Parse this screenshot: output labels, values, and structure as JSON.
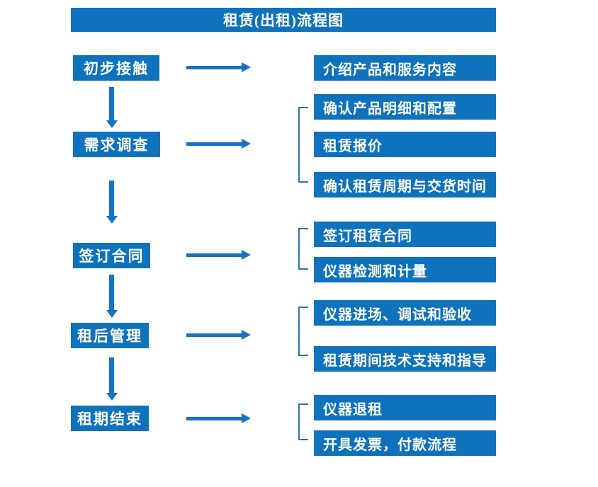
{
  "title": "租赁(出租)流程图",
  "colors": {
    "box_blue": "#0f72bd",
    "arrow_blue": "#1673c4",
    "bracket_blue": "#2e74b5",
    "text_white": "#ffffff",
    "background": "#ffffff"
  },
  "flow": {
    "steps": [
      {
        "label": "初步接触",
        "outputs": [
          "介绍产品和服务内容"
        ]
      },
      {
        "label": "需求调查",
        "outputs": [
          "确认产品明细和配置",
          "租赁报价",
          "确认租赁周期与交货时间"
        ]
      },
      {
        "label": "签订合同",
        "outputs": [
          "签订租赁合同",
          "仪器检测和计量"
        ]
      },
      {
        "label": "租后管理",
        "outputs": [
          "仪器进场、调试和验收",
          "租赁期间技术支持和指导"
        ]
      },
      {
        "label": "租期结束",
        "outputs": [
          "仪器退租",
          "开具发票，付款流程"
        ]
      }
    ]
  }
}
